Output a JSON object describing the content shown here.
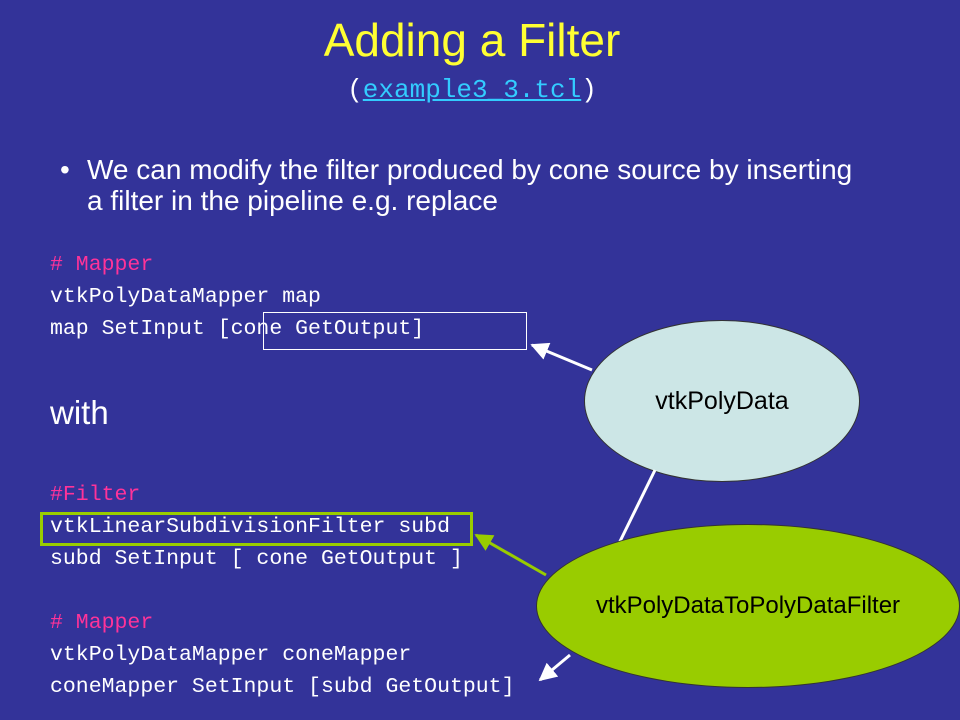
{
  "slide": {
    "title": "Adding a Filter",
    "subtitle_open": "(",
    "subtitle_link": "example3_3.tcl",
    "subtitle_close": ")",
    "bullet_symbol": "•",
    "bullet_text": "We can modify the filter produced by cone source by inserting a filter in the pipeline e.g. replace",
    "with_text": "with"
  },
  "code_block_1": {
    "comment": "# Mapper",
    "line1": "vtkPolyDataMapper map",
    "line2": "map SetInput [cone GetOutput]"
  },
  "code_block_2": {
    "comment_filter": "#Filter",
    "line1": "vtkLinearSubdivisionFilter subd",
    "line2": "subd SetInput [ cone GetOutput ]",
    "comment_mapper": "# Mapper",
    "line3": "vtkPolyDataMapper coneMapper",
    "line4": "coneMapper SetInput [subd GetOutput]"
  },
  "diagram": {
    "ellipse1_label": "vtkPolyData",
    "ellipse2_label": "vtkPolyDataToPolyDataFilter"
  },
  "colors": {
    "background": "#333399",
    "title": "#ffff33",
    "link": "#33ccff",
    "comment": "#ff3399",
    "filter_green": "#99cc00",
    "polydata_fill": "#cce6e6"
  }
}
